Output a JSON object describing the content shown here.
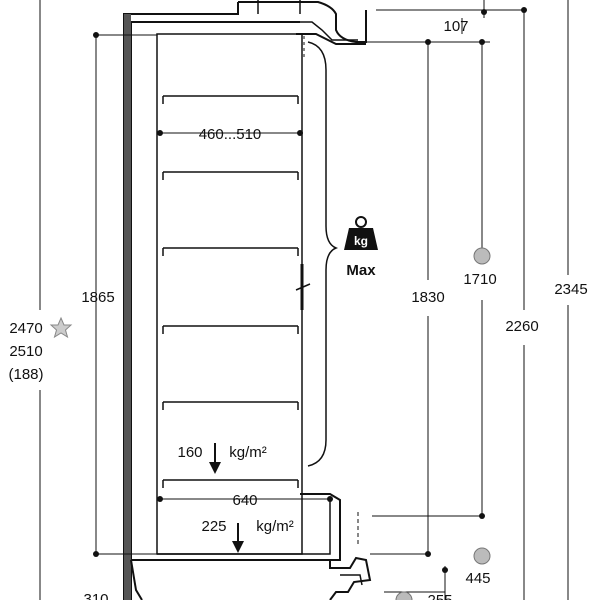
{
  "dimensions": {
    "shelf_depth": "460...510",
    "interior_height": "1865",
    "overall_height_a": "2470",
    "overall_height_b": "2510",
    "overall_height_c": "(188)",
    "dim_1830": "1830",
    "dim_1710": "1710",
    "dim_2260": "2260",
    "dim_2345": "2345",
    "dim_107": "107",
    "dim_445": "445",
    "dim_310": "310",
    "dim_255": "255",
    "base_depth": "640"
  },
  "loads": {
    "shelf_load": "160",
    "base_load": "225",
    "unit": "kg/m²",
    "max_label": "Max",
    "weight_symbol": "kg"
  },
  "icons": [
    "star-icon",
    "weight-icon",
    "arrow-down-icon"
  ],
  "colors": {
    "line": "#111111",
    "frame_fill": "#555555",
    "marker": "#bbbbbb"
  }
}
